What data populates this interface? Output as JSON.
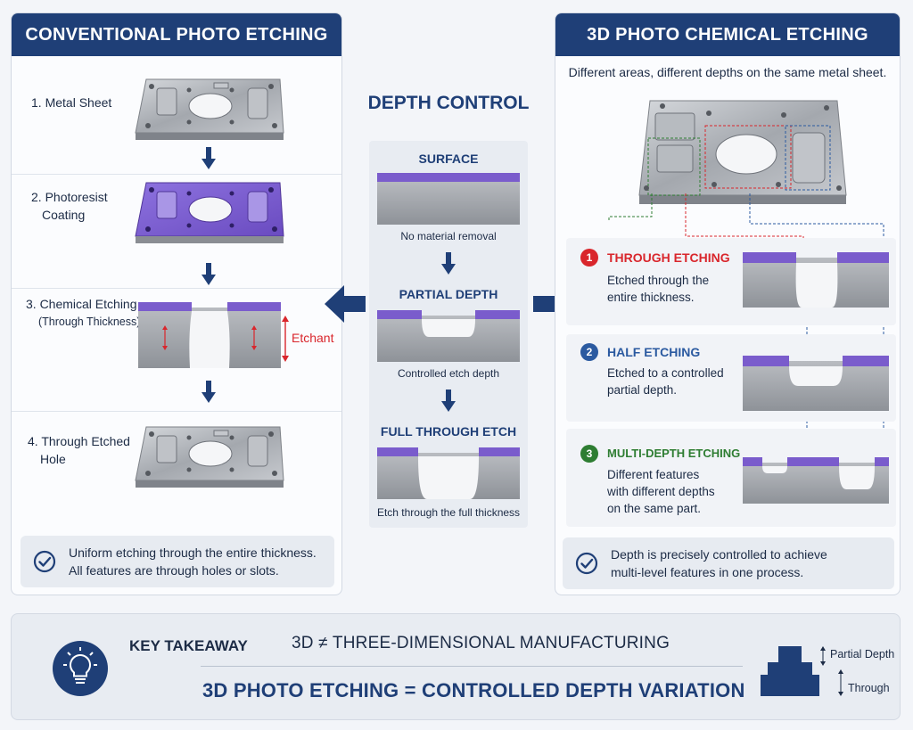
{
  "colors": {
    "navy": "#1f3f77",
    "photoresist": "#7a5ccc",
    "etchant_red": "#d9262c",
    "half_blue": "#2b5aa0",
    "multi_green": "#2e7d32",
    "metal": "#a9adb3"
  },
  "left": {
    "title": "CONVENTIONAL PHOTO ETCHING",
    "steps": [
      {
        "label": "1.  Metal Sheet"
      },
      {
        "label": "2. Photoresist",
        "label2": "Coating"
      },
      {
        "label": "3. Chemical Etching",
        "label2": "(Through Thickness)"
      },
      {
        "label": "4. Through Etched",
        "label2": "Hole"
      }
    ],
    "etchant_label": "Etchant",
    "summary_line1": "Uniform etching through the entire thickness.",
    "summary_line2": "All features are through holes or slots."
  },
  "middle": {
    "title": "DEPTH CONTROL",
    "stages": [
      {
        "head": "SURFACE",
        "caption": "No material removal"
      },
      {
        "head": "PARTIAL DEPTH",
        "caption": "Controlled etch depth"
      },
      {
        "head": "FULL THROUGH ETCH",
        "caption": "Etch through the full thickness"
      }
    ]
  },
  "right": {
    "title": "3D PHOTO CHEMICAL ETCHING",
    "subtitle": "Different areas, different depths on the same metal sheet.",
    "rows": [
      {
        "num": "1",
        "head": "THROUGH ETCHING",
        "text1": "Etched through the",
        "text2": "entire thickness.",
        "text3": ""
      },
      {
        "num": "2",
        "head": "HALF ETCHING",
        "text1": "Etched to a controlled",
        "text2": "partial depth.",
        "text3": ""
      },
      {
        "num": "3",
        "head": "MULTI-DEPTH ETCHING",
        "text1": "Different features",
        "text2": "with different depths",
        "text3": "on the same part."
      }
    ],
    "summary_line1": "Depth is precisely controlled to achieve",
    "summary_line2": "multi-level features in one process."
  },
  "takeaway": {
    "label": "KEY TAKEAWAY",
    "line1": "3D ≠ THREE-DIMENSIONAL MANUFACTURING",
    "line2": "3D PHOTO ETCHING = CONTROLLED DEPTH VARIATION",
    "partial_note": "Partial Depth",
    "through_note": "Through"
  }
}
